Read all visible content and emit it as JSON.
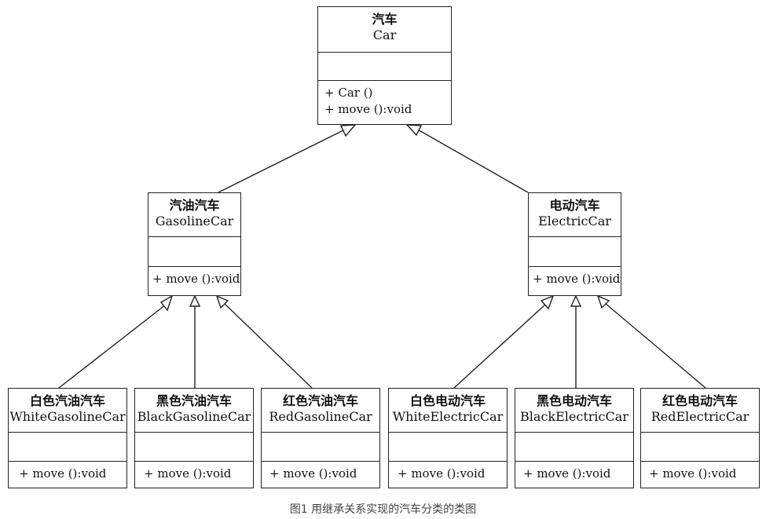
{
  "classes": {
    "car": {
      "cn": "汽车",
      "en": "Car",
      "ops": [
        "+ Car ()",
        "+ move ():void"
      ]
    },
    "gasoline": {
      "cn": "汽油汽车",
      "en": "GasolineCar",
      "ops": [
        "+ move ():void"
      ]
    },
    "electric": {
      "cn": "电动汽车",
      "en": "ElectricCar",
      "ops": [
        "+ move ():void"
      ]
    },
    "white_gasoline": {
      "cn": "白色汽油汽车",
      "en": "WhiteGasolineCar",
      "ops": [
        "+ move ():void"
      ]
    },
    "black_gasoline": {
      "cn": "黑色汽油汽车",
      "en": "BlackGasolineCar",
      "ops": [
        "+ move ():void"
      ]
    },
    "red_gasoline": {
      "cn": "红色汽油汽车",
      "en": "RedGasolineCar",
      "ops": [
        "+ move ():void"
      ]
    },
    "white_electric": {
      "cn": "白色电动汽车",
      "en": "WhiteElectricCar",
      "ops": [
        "+ move ():void"
      ]
    },
    "black_electric": {
      "cn": "黑色电动汽车",
      "en": "BlackElectricCar",
      "ops": [
        "+ move ():void"
      ]
    },
    "red_electric": {
      "cn": "红色电动汽车",
      "en": "RedElectricCar",
      "ops": [
        "+ move ():void"
      ]
    }
  },
  "relationships": [
    {
      "type": "inheritance",
      "from": "gasoline",
      "to": "car"
    },
    {
      "type": "inheritance",
      "from": "electric",
      "to": "car"
    },
    {
      "type": "inheritance",
      "from": "white_gasoline",
      "to": "gasoline"
    },
    {
      "type": "inheritance",
      "from": "black_gasoline",
      "to": "gasoline"
    },
    {
      "type": "inheritance",
      "from": "red_gasoline",
      "to": "gasoline"
    },
    {
      "type": "inheritance",
      "from": "white_electric",
      "to": "electric"
    },
    {
      "type": "inheritance",
      "from": "black_electric",
      "to": "electric"
    },
    {
      "type": "inheritance",
      "from": "red_electric",
      "to": "electric"
    }
  ],
  "caption": "图1 用继承关系实现的汽车分类的类图"
}
